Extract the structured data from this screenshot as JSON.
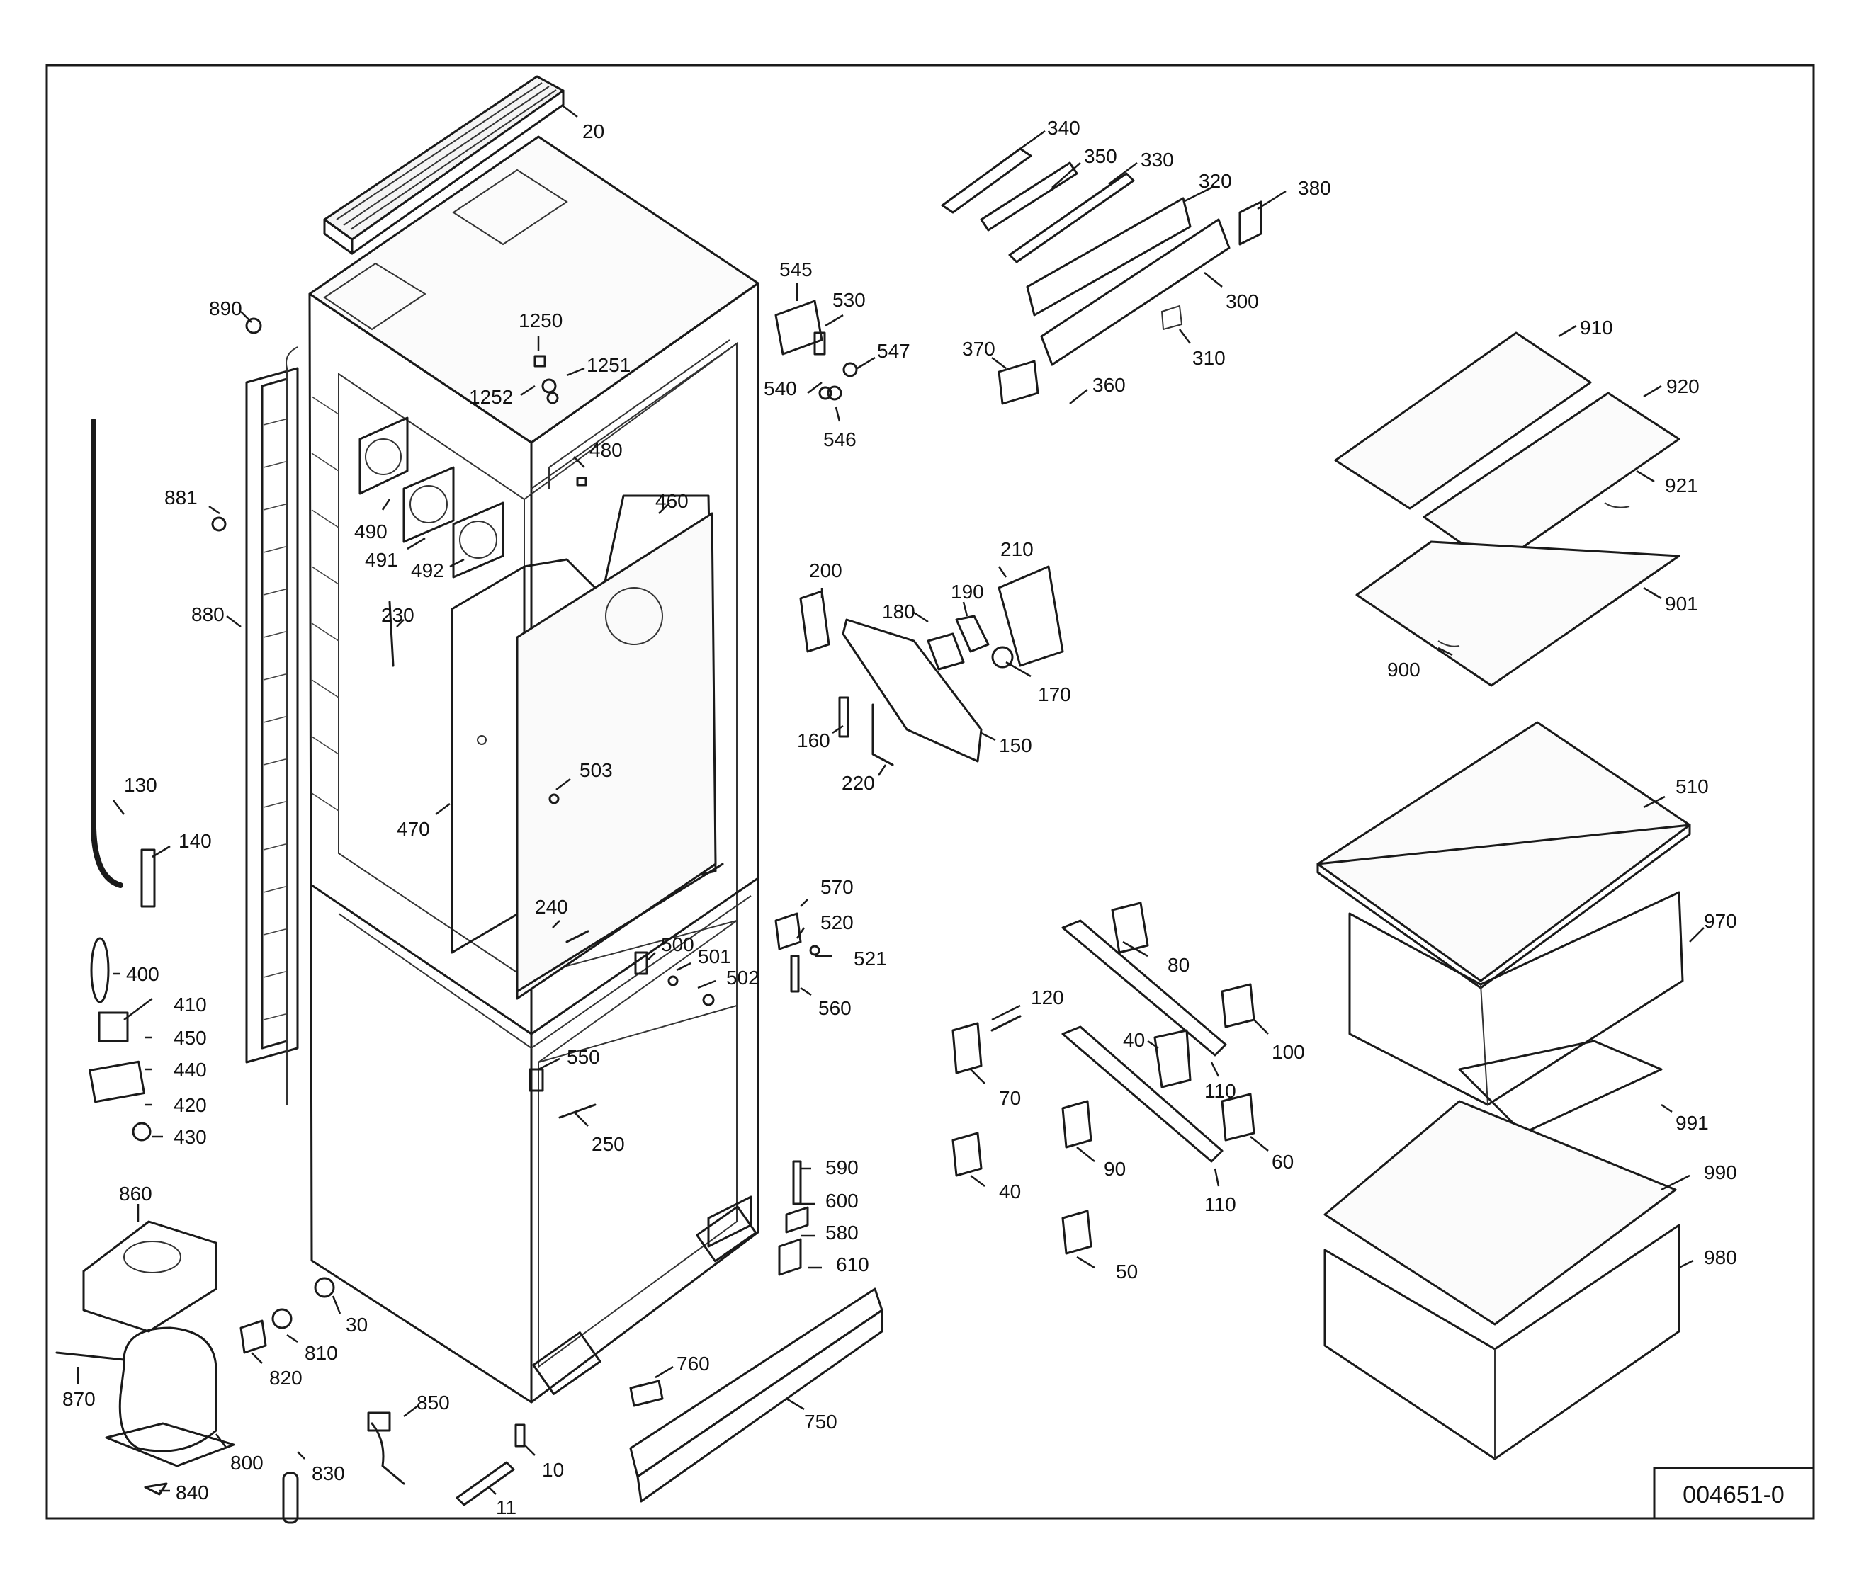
{
  "drawing": {
    "code": "004651-0"
  },
  "callouts": {
    "c20": "20",
    "c340": "340",
    "c350": "350",
    "c330": "330",
    "c320": "320",
    "c380": "380",
    "c300": "300",
    "c310": "310",
    "c370": "370",
    "c360": "360",
    "c545": "545",
    "c530": "530",
    "c547": "547",
    "c540": "540",
    "c546": "546",
    "c890": "890",
    "c1250": "1250",
    "c1251": "1251",
    "c1252": "1252",
    "c480": "480",
    "c460": "460",
    "c490": "490",
    "c491": "491",
    "c492": "492",
    "c881": "881",
    "c880": "880",
    "c230": "230",
    "c910": "910",
    "c920": "920",
    "c921": "921",
    "c901": "901",
    "c900": "900",
    "c200": "200",
    "c210": "210",
    "c180": "180",
    "c190": "190",
    "c170": "170",
    "c150": "150",
    "c160": "160",
    "c220": "220",
    "c503": "503",
    "c470": "470",
    "c130": "130",
    "c140": "140",
    "c510": "510",
    "c970": "970",
    "c570": "570",
    "c520": "520",
    "c521": "521",
    "c240": "240",
    "c500": "500",
    "c501": "501",
    "c502": "502",
    "c560": "560",
    "c400": "400",
    "c410": "410",
    "c450": "450",
    "c440": "440",
    "c420": "420",
    "c430": "430",
    "c80": "80",
    "c120": "120",
    "c100": "100",
    "c40a": "40",
    "c110a": "110",
    "c70": "70",
    "c60": "60",
    "c90": "90",
    "c40b": "40",
    "c110b": "110",
    "c50": "50",
    "c550": "550",
    "c250": "250",
    "c991": "991",
    "c990": "990",
    "c980": "980",
    "c590": "590",
    "c600": "600",
    "c580": "580",
    "c610": "610",
    "c860": "860",
    "c30": "30",
    "c810": "810",
    "c820": "820",
    "c870": "870",
    "c800": "800",
    "c830": "830",
    "c840": "840",
    "c850": "850",
    "c10": "10",
    "c11": "11",
    "c760": "760",
    "c750": "750"
  }
}
